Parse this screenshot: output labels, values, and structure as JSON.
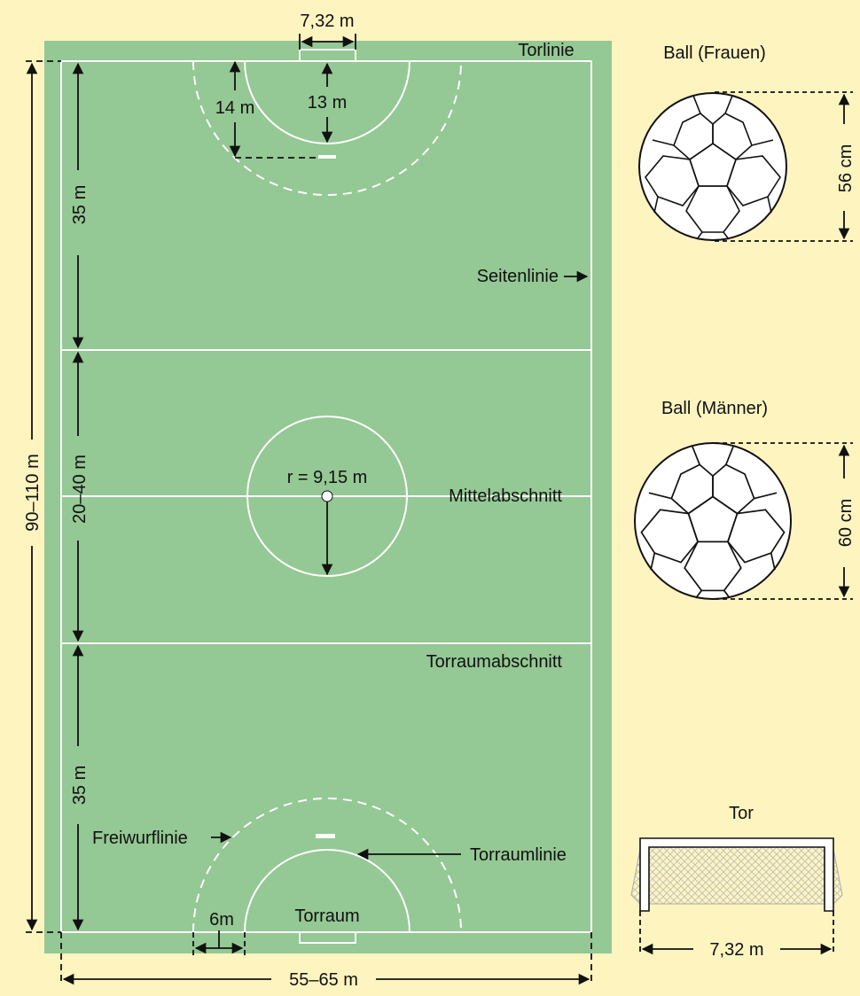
{
  "field": {
    "goal_line": "Torlinie",
    "side_line": "Seitenlinie",
    "middle_section": "Mittelabschnitt",
    "goal_area_section": "Torraumabschnitt",
    "free_throw_line": "Freiwurflinie",
    "goal_area_line": "Torraumlinie",
    "goal_area": "Torraum"
  },
  "dimensions": {
    "goal_width_top": "7,32 m",
    "free_throw_radius": "14 m",
    "goal_area_radius": "13 m",
    "section_top": "35 m",
    "section_middle": "20–40 m",
    "section_bottom": "35 m",
    "field_length": "90–110 m",
    "field_width": "55–65 m",
    "center_radius": "r = 9,15 m",
    "gap_6m": "6m"
  },
  "balls": {
    "women_title": "Ball (Frauen)",
    "women_size": "56 cm",
    "men_title": "Ball (Männer)",
    "men_size": "60 cm"
  },
  "goal": {
    "title": "Tor",
    "width": "7,32 m"
  },
  "colors": {
    "background": "#fdf4c0",
    "pitch": "#94c894",
    "lines": "#ffffff",
    "ink": "#111111"
  }
}
